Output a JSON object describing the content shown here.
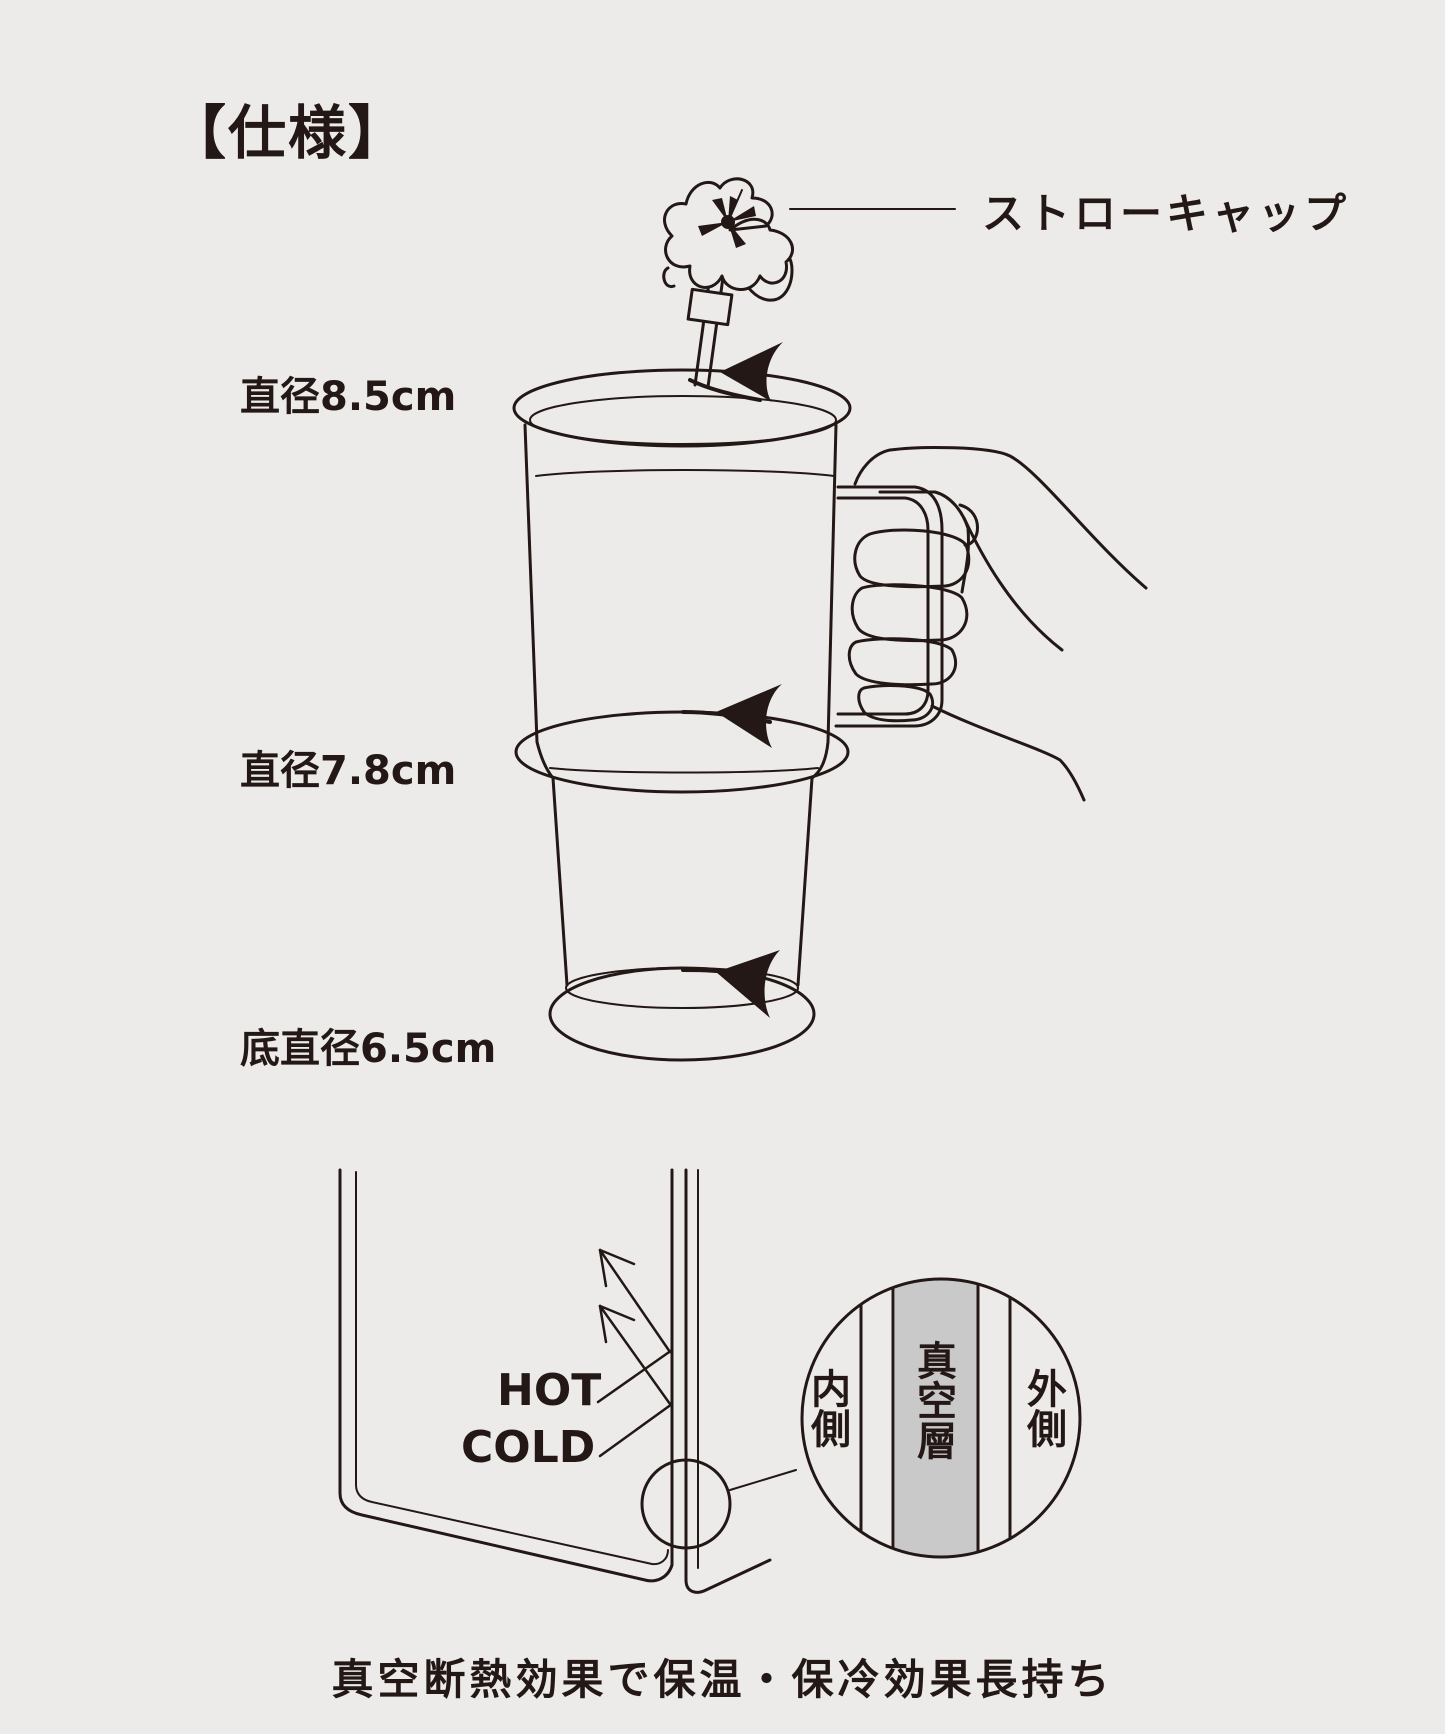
{
  "title": "【仕様】",
  "straw_cap_label": "ストローキャップ",
  "diameter_top": "直径8.5cm",
  "diameter_middle": "直径7.8cm",
  "diameter_bottom": "底直径6.5cm",
  "hot_label": "HOT",
  "cold_label": "COLD",
  "inner_label": "内側",
  "vacuum_label": "真空層",
  "outer_label": "外側",
  "caption": "真空断熱効果で保温・保冷効果長持ち",
  "colors": {
    "background": "#ecebea",
    "line": "#231815",
    "vacuum_fill": "#c9c9c9"
  }
}
